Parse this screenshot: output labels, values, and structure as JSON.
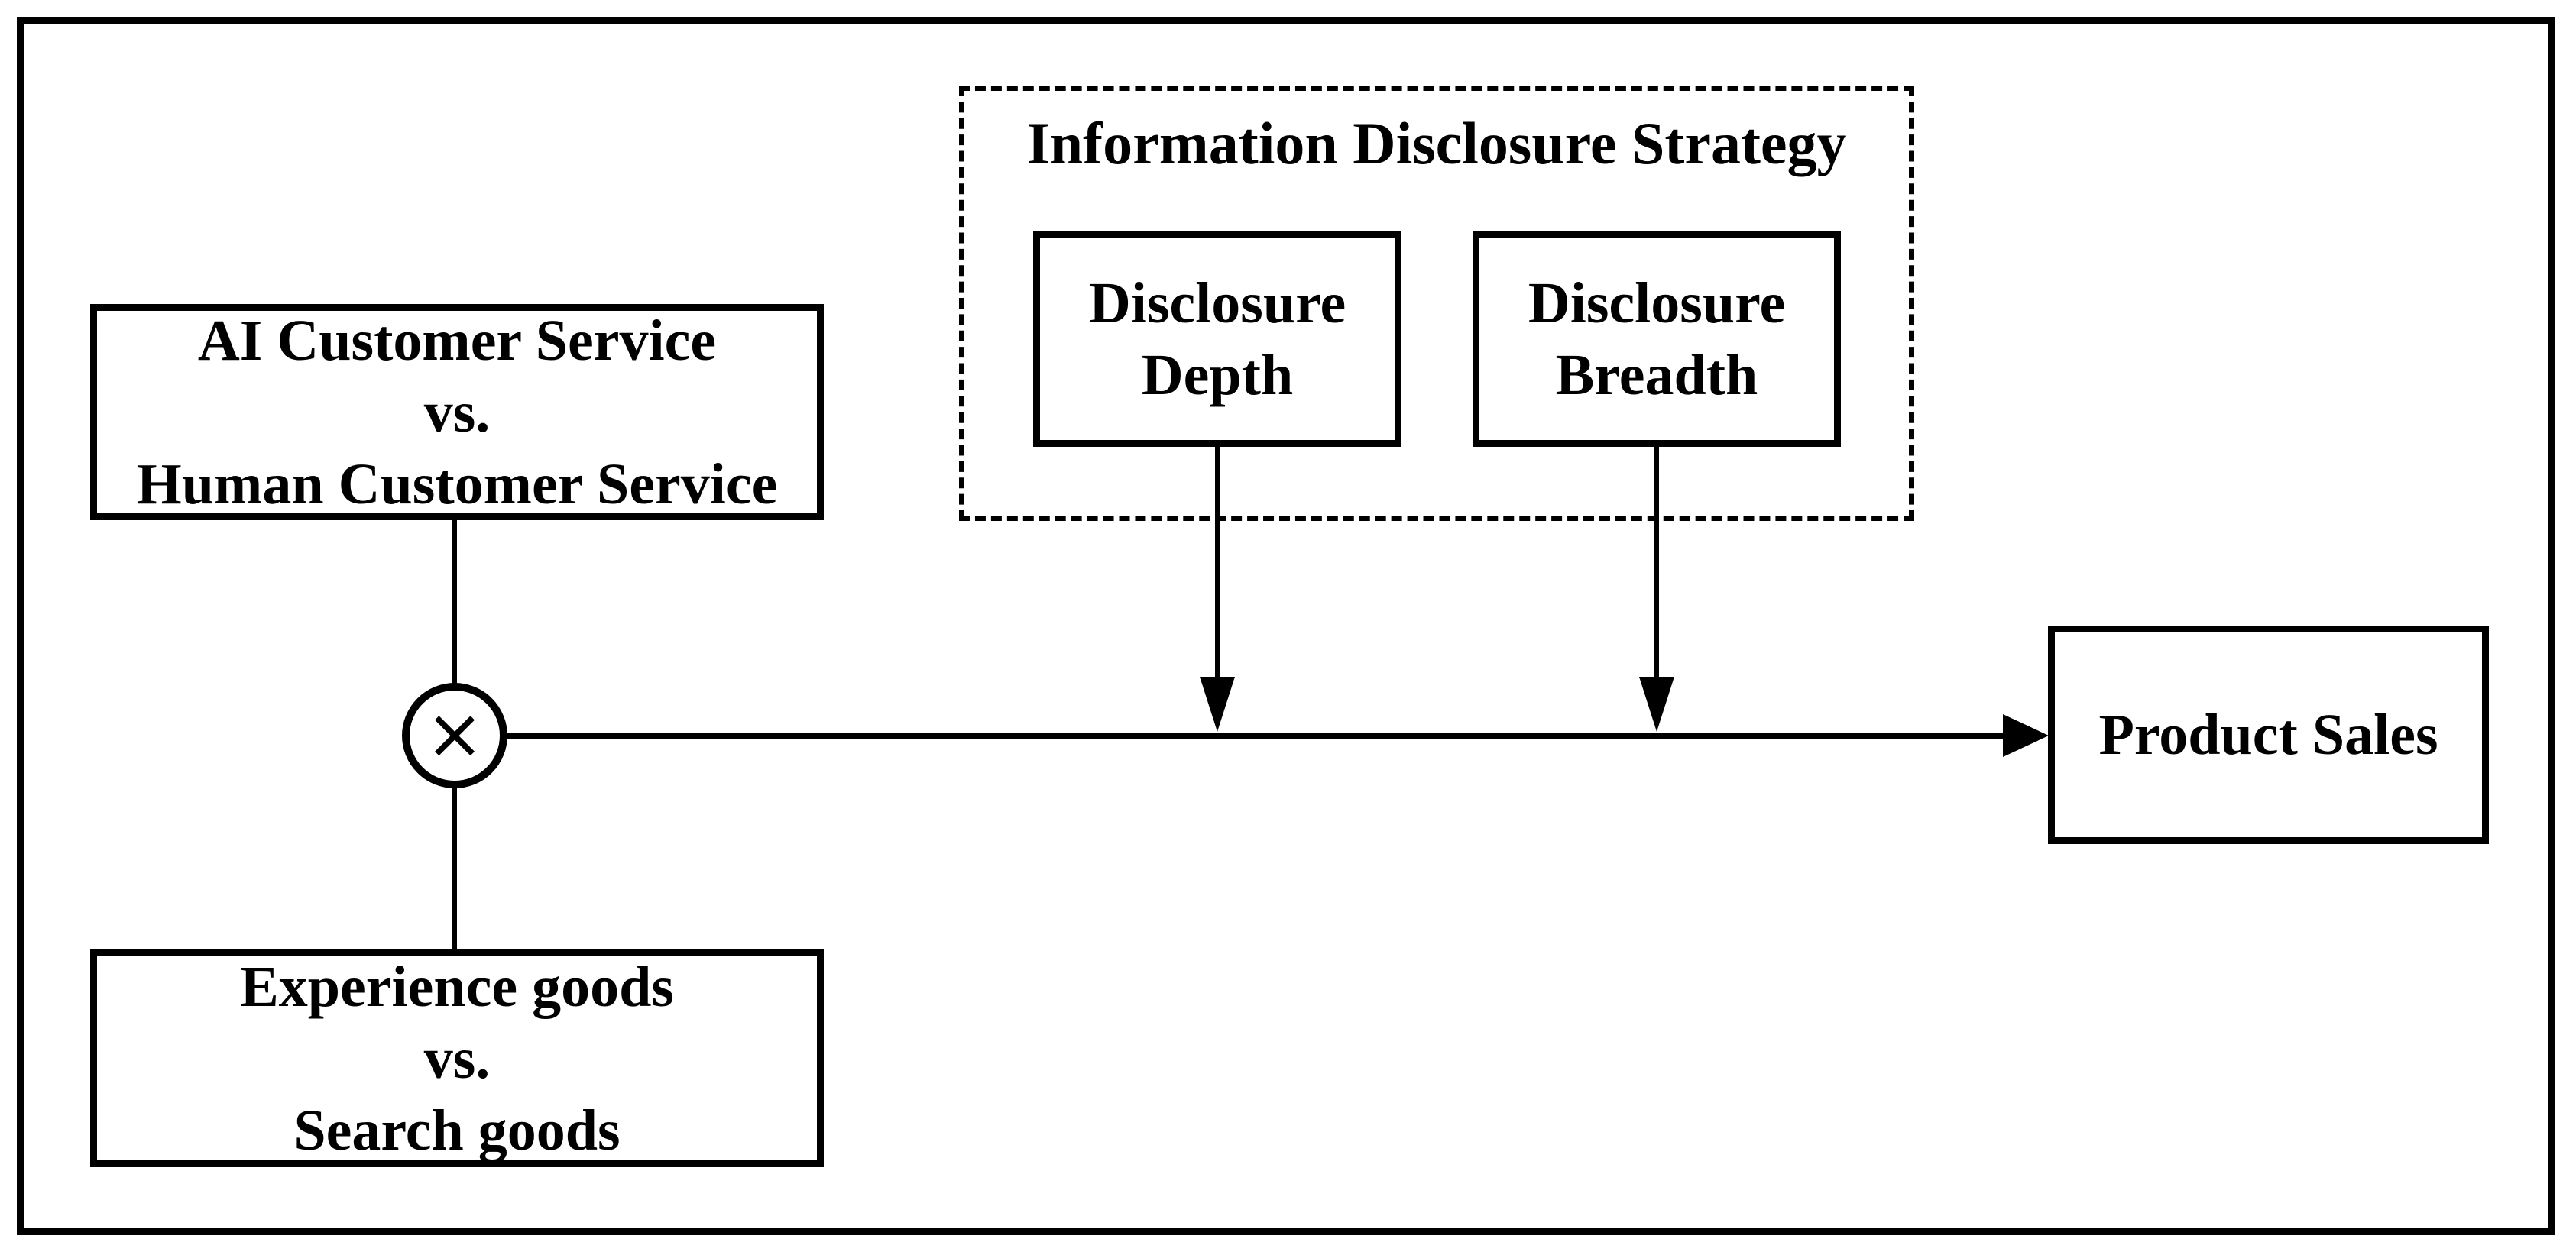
{
  "figure": {
    "colors": {
      "stroke": "#000000",
      "background": "#ffffff"
    },
    "boxes": {
      "ai_vs_human": {
        "lines": [
          "AI Customer Service",
          "vs.",
          "Human Customer Service"
        ]
      },
      "experience_vs_search": {
        "lines": [
          "Experience goods",
          "vs.",
          "Search goods"
        ]
      },
      "disclosure_depth": {
        "lines": [
          "Disclosure",
          "Depth"
        ]
      },
      "disclosure_breadth": {
        "lines": [
          "Disclosure",
          "Breadth"
        ]
      },
      "product_sales": {
        "label": "Product Sales"
      }
    },
    "group": {
      "title": "Information Disclosure Strategy"
    },
    "symbols": {
      "interaction": "×"
    }
  }
}
